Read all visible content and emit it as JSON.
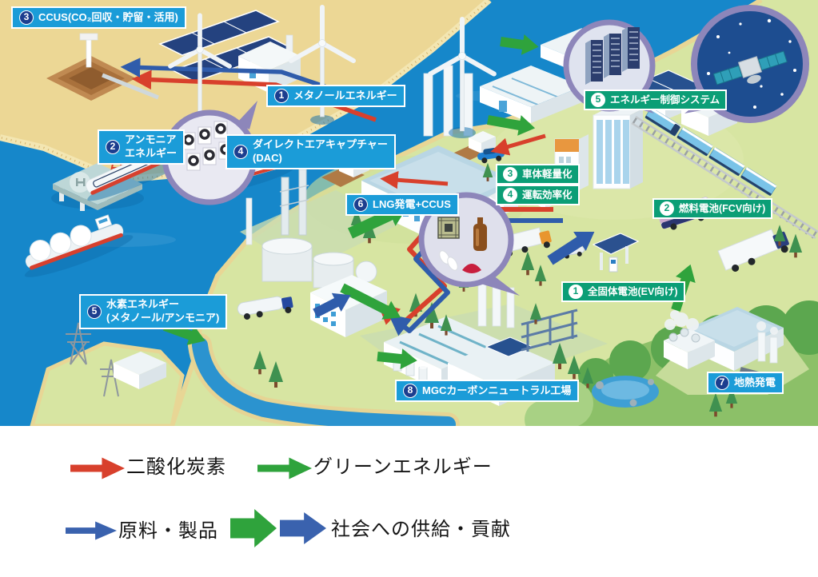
{
  "labels": {
    "ccus": {
      "num": "3",
      "text": "CCUS(CO₂回収・貯留・活用)"
    },
    "methanol_energy": {
      "num": "1",
      "text": "メタノールエネルギー"
    },
    "ammonia_energy": {
      "num": "2",
      "line1": "アンモニア",
      "line2": "エネルギー"
    },
    "dac": {
      "num": "4",
      "line1": "ダイレクトエアキャプチャー",
      "line2": "(DAC)"
    },
    "energy_control_system": {
      "num": "5",
      "text": "エネルギー制御システム"
    },
    "lng_power_ccus": {
      "num": "6",
      "text": "LNG発電+CCUS"
    },
    "vehicle_weight_reduction": {
      "num": "3",
      "text": "車体軽量化"
    },
    "driving_efficiency": {
      "num": "4",
      "text": "運転効率化"
    },
    "fuel_cell": {
      "num": "2",
      "text": "燃料電池(FCV向け)"
    },
    "solid_state_battery": {
      "num": "1",
      "text": "全固体電池(EV向け)"
    },
    "hydrogen_energy": {
      "num": "5",
      "line1": "水素エネルギー",
      "line2": "(メタノール/アンモニア)"
    },
    "mgc_carbon_neutral_plant": {
      "num": "8",
      "text": "MGCカーボンニュートラル工場"
    },
    "geothermal_power": {
      "num": "7",
      "text": "地熱発電"
    }
  },
  "legend": {
    "co2": {
      "label": "二酸化炭素",
      "arrow_color": "#d8402c"
    },
    "green_energy": {
      "label": "グリーンエネルギー",
      "arrow_color": "#2fa33c"
    },
    "raw_materials_products": {
      "label": "原料・製品",
      "arrow_color": "#3a62ae"
    },
    "supply_to_society": {
      "label": "社会への供給・貢献",
      "arrow_colors": [
        "#2fa33c",
        "#3a62ae"
      ]
    }
  },
  "colors": {
    "label_blue": "#1b9cd8",
    "label_green": "#0b9e76",
    "sea": "#1687ca",
    "sand": "#ecd795",
    "land": "#d7e5a2"
  }
}
